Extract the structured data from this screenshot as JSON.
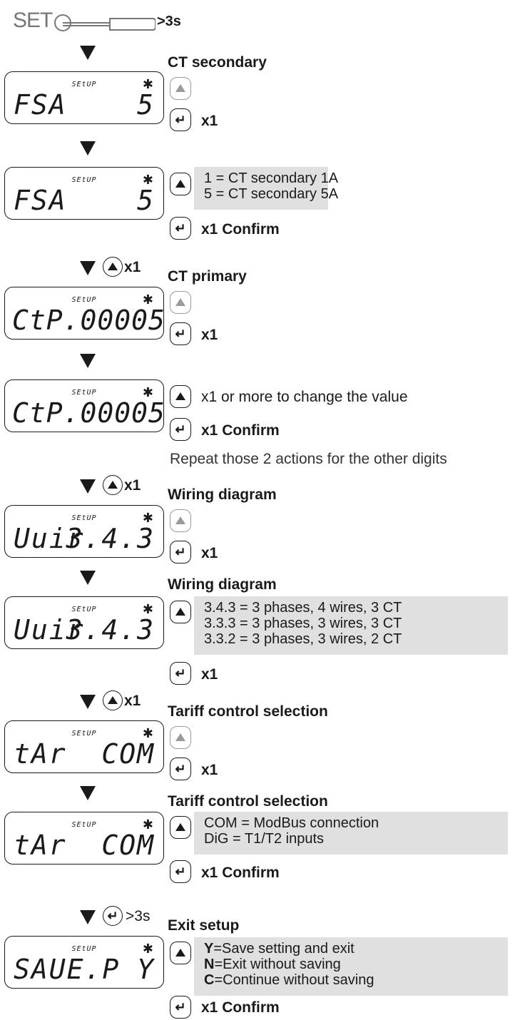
{
  "header": {
    "set_label": "SET",
    "hold_time": ">3s"
  },
  "panels": [
    {
      "setup": "SEtUP",
      "left": "FSA",
      "right": "5"
    },
    {
      "setup": "SEtUP",
      "left": "FSA",
      "right": "5"
    },
    {
      "setup": "SEtUP",
      "full": "CtP.00005"
    },
    {
      "setup": "SEtUP",
      "full": "CtP.00005"
    },
    {
      "setup": "SEtUP",
      "left": "Uuir",
      "right": "3.4.3"
    },
    {
      "setup": "SEtUP",
      "left": "Uuir",
      "right": "3.4.3"
    },
    {
      "setup": "SEtUP",
      "left": "tAr",
      "right": "COM"
    },
    {
      "setup": "SEtUP",
      "left": "tAr",
      "right": "COM"
    },
    {
      "setup": "SEtUP",
      "left": "SAUE.P",
      "right": "Y"
    }
  ],
  "arrow_labels": {
    "up_x1": "x1",
    "enter_3s": ">3s"
  },
  "steps": {
    "ct_secondary": {
      "title": "CT secondary",
      "enter": "x1"
    },
    "ct_secondary_edit": {
      "lines": [
        "1 = CT secondary 1A",
        "5 = CT secondary 5A"
      ],
      "confirm": "x1 Confirm"
    },
    "ct_primary": {
      "title": "CT primary",
      "enter": "x1"
    },
    "ct_primary_edit": {
      "up": "x1 or more to change the value",
      "confirm": "x1 Confirm",
      "repeat": "Repeat those 2 actions for the other digits"
    },
    "wiring": {
      "title": "Wiring diagram",
      "enter": "x1"
    },
    "wiring_edit": {
      "title": "Wiring diagram",
      "lines": [
        "3.4.3 = 3 phases, 4 wires, 3 CT",
        "3.3.3 = 3 phases, 3 wires, 3 CT",
        "3.3.2 = 3 phases, 3 wires, 2 CT"
      ],
      "enter": "x1"
    },
    "tariff": {
      "title": "Tariff control selection",
      "enter": "x1"
    },
    "tariff_edit": {
      "title": "Tariff control selection",
      "lines": [
        "COM = ModBus connection",
        "DiG = T1/T2 inputs"
      ],
      "confirm": "x1 Confirm"
    },
    "exit": {
      "title": "Exit setup",
      "options": [
        {
          "key": "Y",
          "text": "=Save setting and exit"
        },
        {
          "key": "N",
          "text": "=Exit without saving"
        },
        {
          "key": "C",
          "text": "=Continue without saving"
        }
      ],
      "confirm": "x1 Confirm"
    }
  }
}
